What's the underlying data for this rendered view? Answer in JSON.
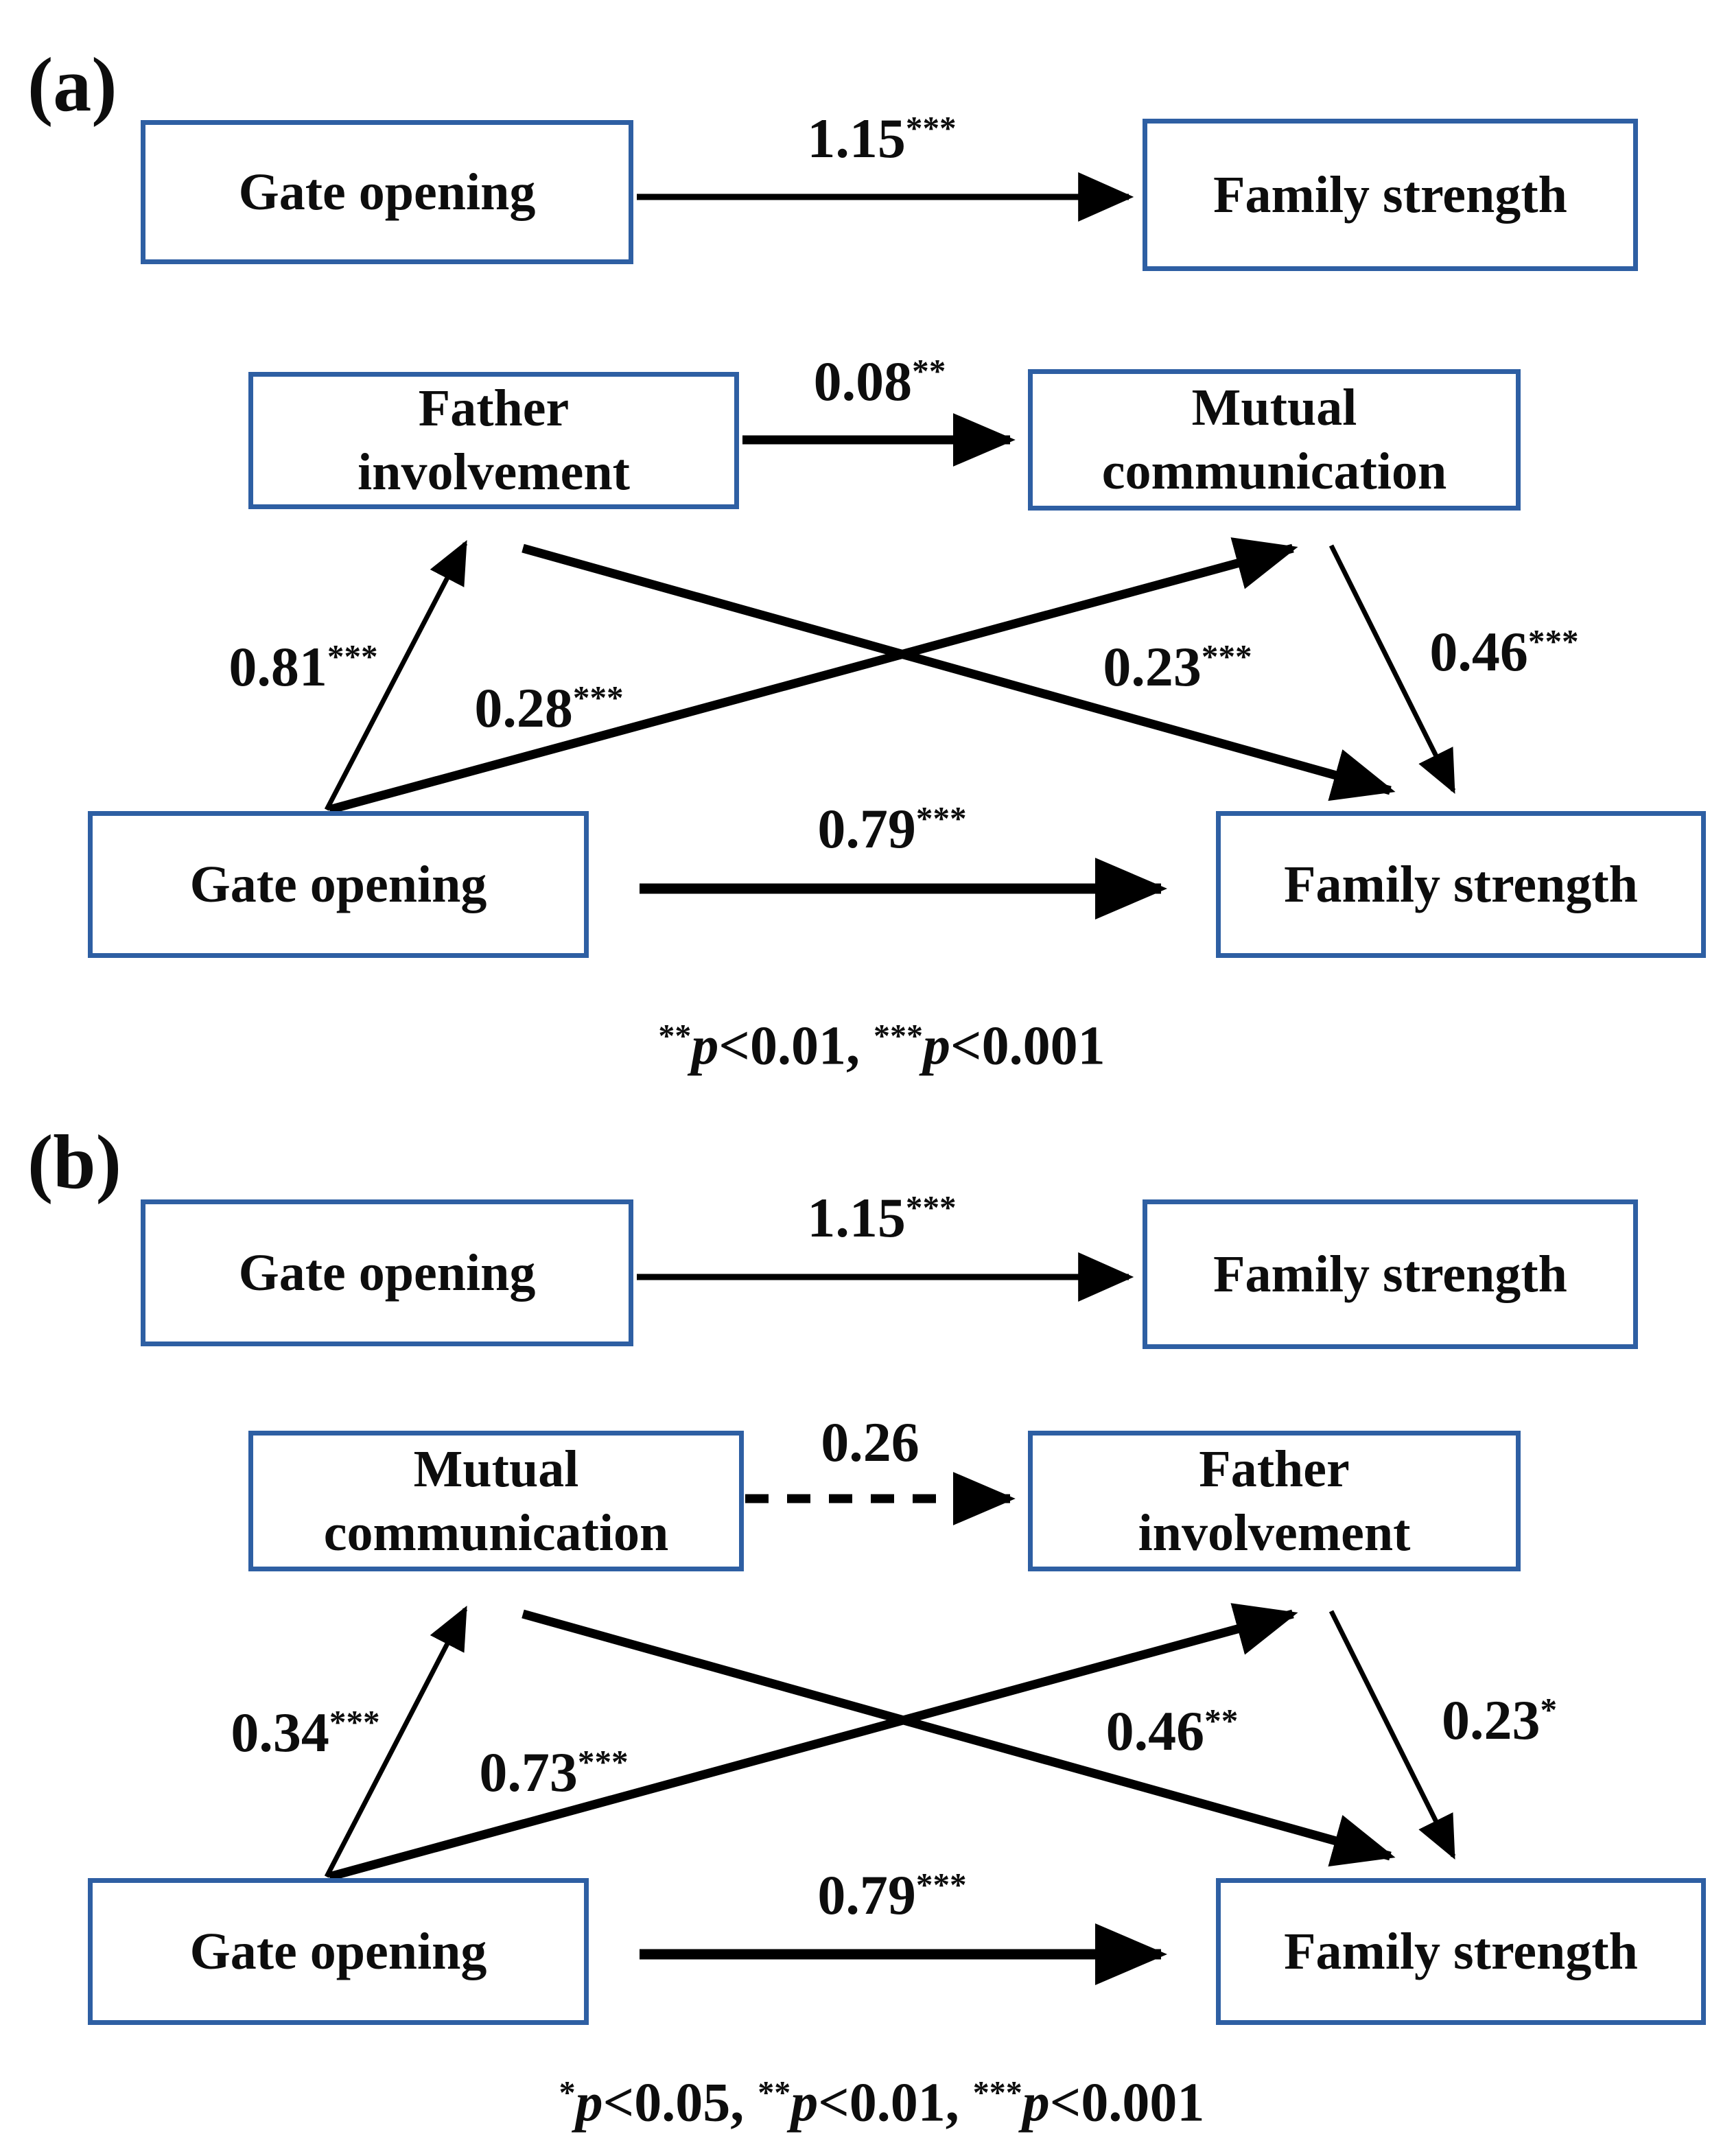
{
  "colors": {
    "box_border": "#2E5FA3",
    "arrow": "#000000",
    "text": "#0D0D0D",
    "background": "#FFFFFF"
  },
  "panel_a": {
    "label": "(a)",
    "boxes": {
      "top_left": "Gate opening",
      "top_right": "Family strength",
      "mid_left": {
        "line1": "Father",
        "line2": "involvement"
      },
      "mid_right": {
        "line1": "Mutual",
        "line2": "communication"
      },
      "bottom_left": "Gate opening",
      "bottom_right": "Family strength"
    },
    "coefs": {
      "total": {
        "value": "1.15",
        "stars": "***"
      },
      "mediator_path": {
        "value": "0.08",
        "stars": "**"
      },
      "x_to_mid_left": {
        "value": "0.81",
        "stars": "***"
      },
      "x_to_mid_right": {
        "value": "0.28",
        "stars": "***"
      },
      "mid_left_to_y": {
        "value": "0.23",
        "stars": "***"
      },
      "mid_right_to_y": {
        "value": "0.46",
        "stars": "***"
      },
      "direct": {
        "value": "0.79",
        "stars": "***"
      }
    },
    "footnote": {
      "parts": [
        {
          "stars": "**",
          "p": "p",
          "rest": "<0.01, "
        },
        {
          "stars": "***",
          "p": "p",
          "rest": "<0.001"
        }
      ]
    }
  },
  "panel_b": {
    "label": "(b)",
    "boxes": {
      "top_left": "Gate opening",
      "top_right": "Family strength",
      "mid_left": {
        "line1": "Mutual",
        "line2": "communication"
      },
      "mid_right": {
        "line1": "Father",
        "line2": "involvement"
      },
      "bottom_left": "Gate opening",
      "bottom_right": "Family strength"
    },
    "coefs": {
      "total": {
        "value": "1.15",
        "stars": "***"
      },
      "mediator_path": {
        "value": "0.26",
        "stars": ""
      },
      "x_to_mid_left": {
        "value": "0.34",
        "stars": "***"
      },
      "x_to_mid_right": {
        "value": "0.73",
        "stars": "***"
      },
      "mid_left_to_y": {
        "value": "0.46",
        "stars": "**"
      },
      "mid_right_to_y": {
        "value": "0.23",
        "stars": "*"
      },
      "direct": {
        "value": "0.79",
        "stars": "***"
      }
    },
    "footnote": {
      "parts": [
        {
          "stars": "*",
          "p": "p",
          "rest": "<0.05, "
        },
        {
          "stars": "**",
          "p": "p",
          "rest": "<0.01, "
        },
        {
          "stars": "***",
          "p": "p",
          "rest": "<0.001"
        }
      ]
    }
  }
}
